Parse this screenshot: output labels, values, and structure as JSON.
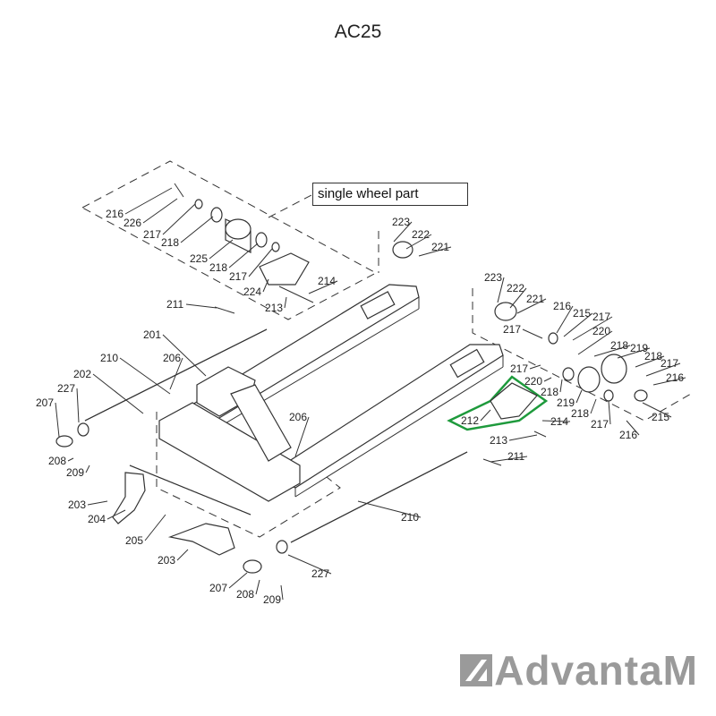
{
  "title": "AC25",
  "callout": "single wheel part",
  "highlight_color": "#1e9a3c",
  "brand": "AdvantaM",
  "labels": {
    "l216a": "216",
    "l226": "226",
    "l217a": "217",
    "l218a": "218",
    "l225": "225",
    "l218b": "218",
    "l217b": "217",
    "l224": "224",
    "l214a": "214",
    "l213a": "213",
    "l223a": "223",
    "l222a": "222",
    "l221a": "221",
    "l223b": "223",
    "l222b": "222",
    "l221b": "221",
    "l211a": "211",
    "l201": "201",
    "l210a": "210",
    "l206a": "206",
    "l202": "202",
    "l227a": "227",
    "l207a": "207",
    "l208a": "208",
    "l209a": "209",
    "l206b": "206",
    "l216b": "216",
    "l215a": "215",
    "l217c": "217",
    "l217d": "217",
    "l220a": "220",
    "l218c": "218",
    "l219a": "219",
    "l218d": "218",
    "l217e": "217",
    "l216c": "216",
    "l217f": "217",
    "l220b": "220",
    "l218e": "218",
    "l219b": "219",
    "l218f": "218",
    "l217g": "217",
    "l215b": "215",
    "l216d": "216",
    "l212": "212",
    "l214b": "214",
    "l213b": "213",
    "l211b": "211",
    "l203a": "203",
    "l204": "204",
    "l205": "205",
    "l203b": "203",
    "l210b": "210",
    "l227b": "227",
    "l207b": "207",
    "l208b": "208",
    "l209b": "209"
  }
}
